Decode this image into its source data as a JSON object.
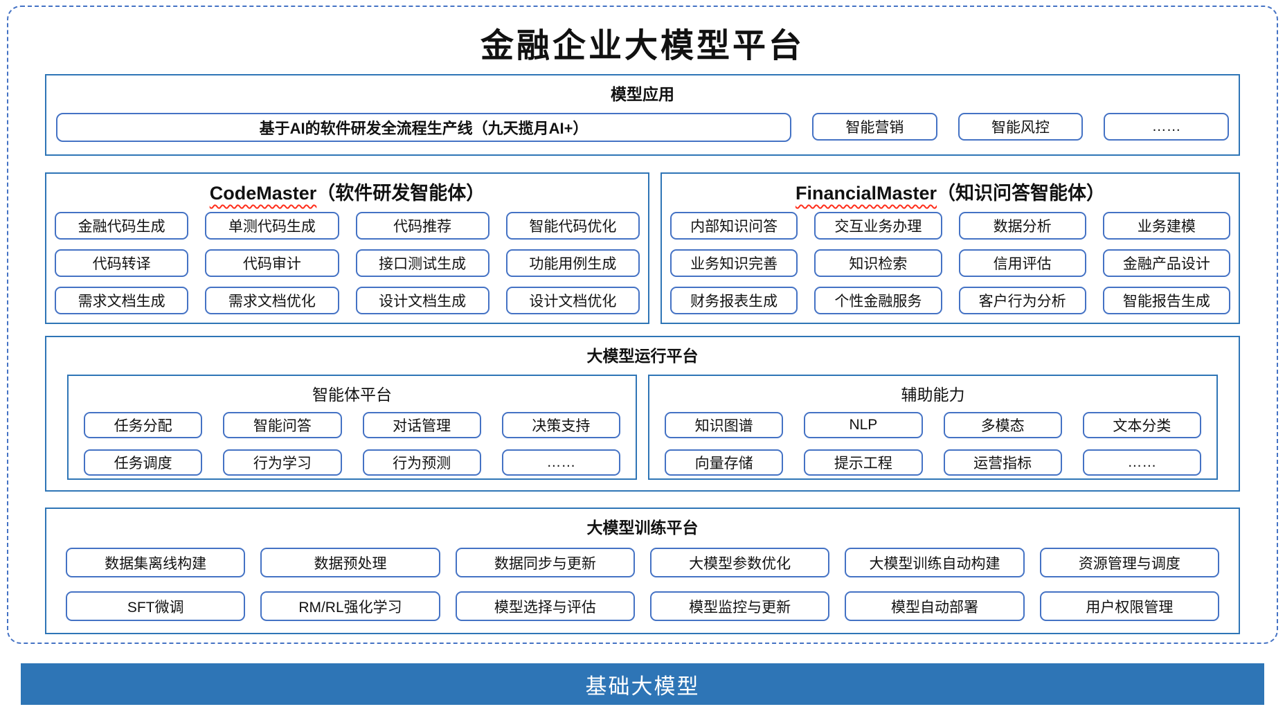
{
  "title": "金融企业大模型平台",
  "colors": {
    "border_blue": "#2E75B6",
    "box_blue": "#4472C4",
    "foundation_bg": "#2E75B6",
    "underline_red": "#FF2D1A"
  },
  "applications": {
    "header": "模型应用",
    "pipeline": "基于AI的软件研发全流程生产线（九天揽月AI+）",
    "items": [
      "智能营销",
      "智能风控",
      "……"
    ]
  },
  "agents": [
    {
      "name_en": "CodeMaster",
      "name_suffix": "（软件研发智能体）",
      "items": [
        "金融代码生成",
        "单测代码生成",
        "代码推荐",
        "智能代码优化",
        "代码转译",
        "代码审计",
        "接口测试生成",
        "功能用例生成",
        "需求文档生成",
        "需求文档优化",
        "设计文档生成",
        "设计文档优化"
      ]
    },
    {
      "name_en": "FinancialMaster",
      "name_suffix": "（知识问答智能体）",
      "items": [
        "内部知识问答",
        "交互业务办理",
        "数据分析",
        "业务建模",
        "业务知识完善",
        "知识检索",
        "信用评估",
        "金融产品设计",
        "财务报表生成",
        "个性金融服务",
        "客户行为分析",
        "智能报告生成"
      ]
    }
  ],
  "runtime": {
    "header": "大模型运行平台",
    "panels": [
      {
        "name": "智能体平台",
        "items": [
          "任务分配",
          "智能问答",
          "对话管理",
          "决策支持",
          "任务调度",
          "行为学习",
          "行为预测",
          "……"
        ]
      },
      {
        "name": "辅助能力",
        "items": [
          "知识图谱",
          "NLP",
          "多模态",
          "文本分类",
          "向量存储",
          "提示工程",
          "运营指标",
          "……"
        ]
      }
    ]
  },
  "training": {
    "header": "大模型训练平台",
    "items": [
      "数据集离线构建",
      "数据预处理",
      "数据同步与更新",
      "大模型参数优化",
      "大模型训练自动构建",
      "资源管理与调度",
      "SFT微调",
      "RM/RL强化学习",
      "模型选择与评估",
      "模型监控与更新",
      "模型自动部署",
      "用户权限管理"
    ]
  },
  "foundation": "基础大模型"
}
